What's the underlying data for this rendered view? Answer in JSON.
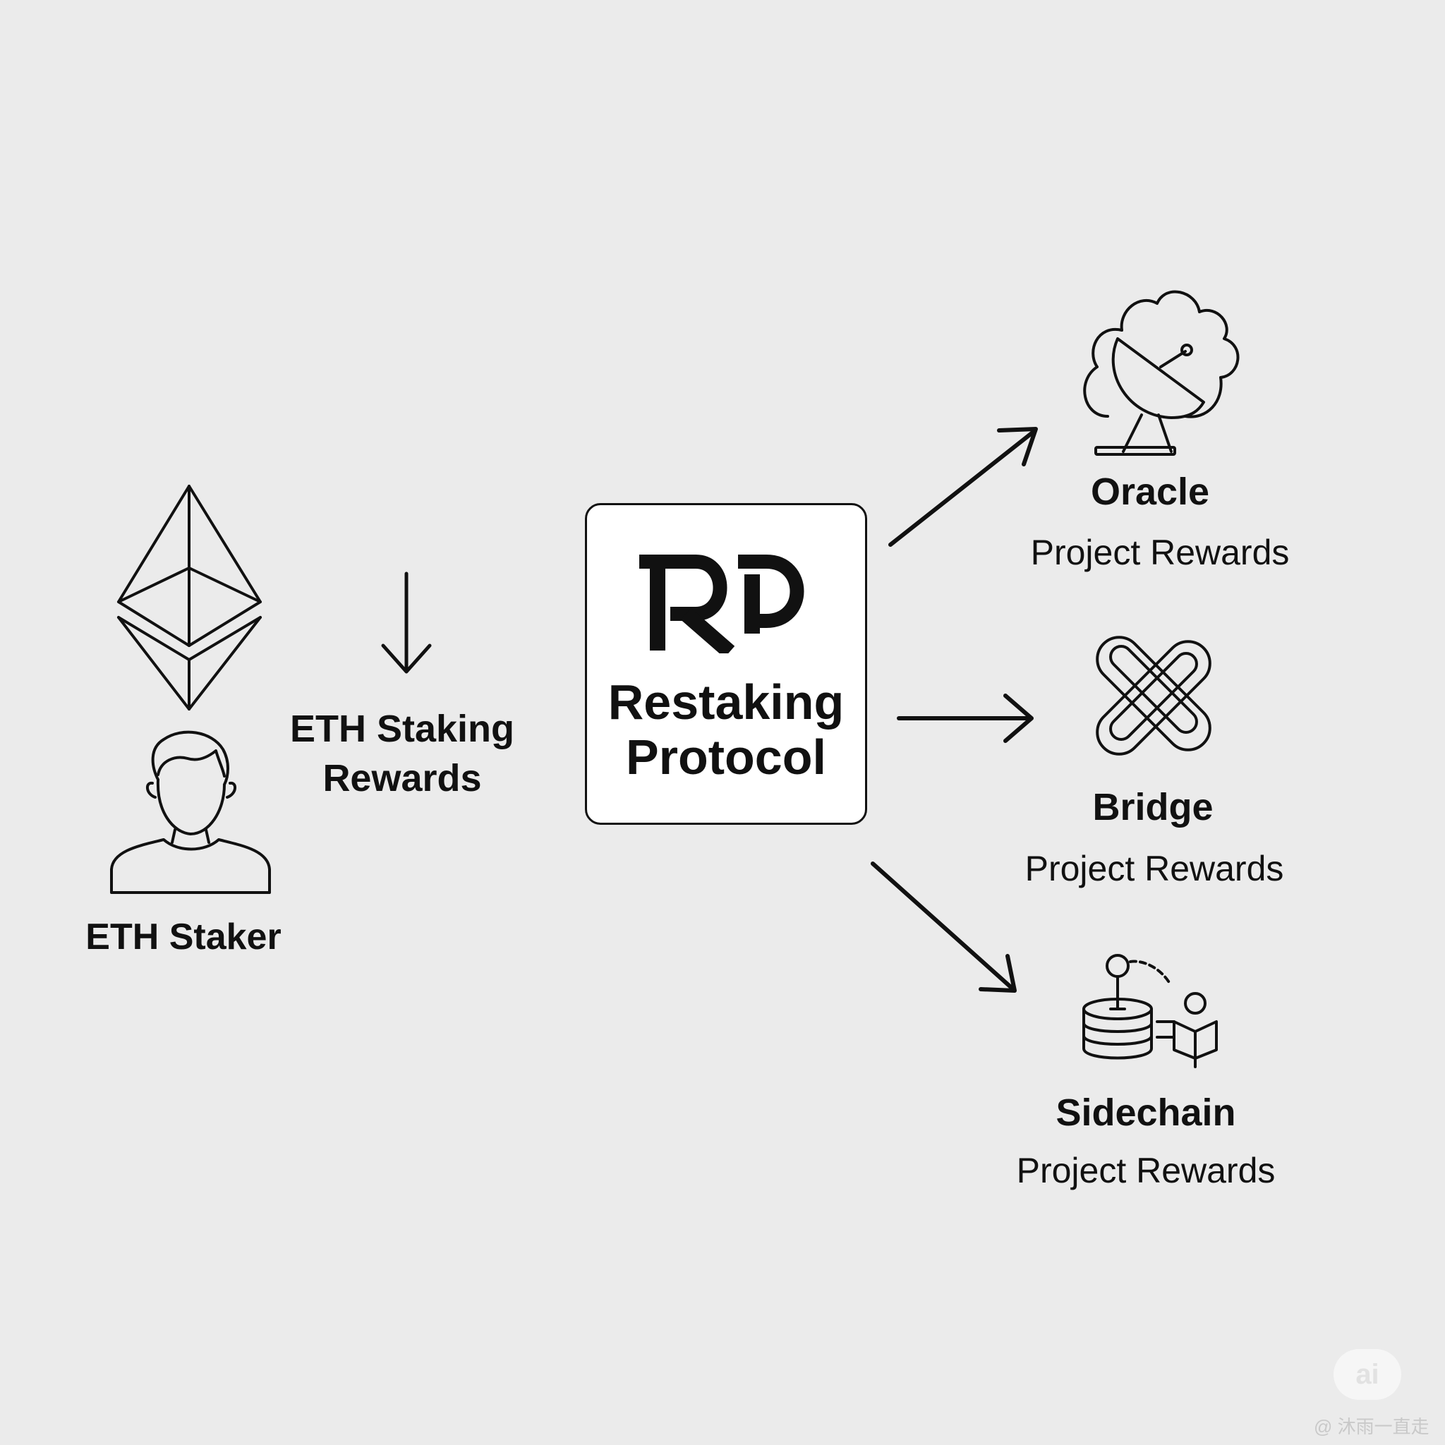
{
  "staker": {
    "label": "ETH Staker"
  },
  "staking_rewards": {
    "line1": "ETH Staking",
    "line2": "Rewards"
  },
  "protocol": {
    "logo_text": "RP",
    "line1": "Restaking",
    "line2": "Protocol"
  },
  "destinations": [
    {
      "title": "Oracle",
      "subtitle": "Project Rewards",
      "icon": "satellite-dish-cloud-icon"
    },
    {
      "title": "Bridge",
      "subtitle": "Project Rewards",
      "icon": "chain-links-icon"
    },
    {
      "title": "Sidechain",
      "subtitle": "Project Rewards",
      "icon": "database-network-icon"
    }
  ],
  "watermark": {
    "badge": "ai",
    "text": "@ 沐雨一直走"
  },
  "colors": {
    "background": "#ebebeb",
    "ink": "#111111",
    "box_fill": "#ffffff"
  }
}
